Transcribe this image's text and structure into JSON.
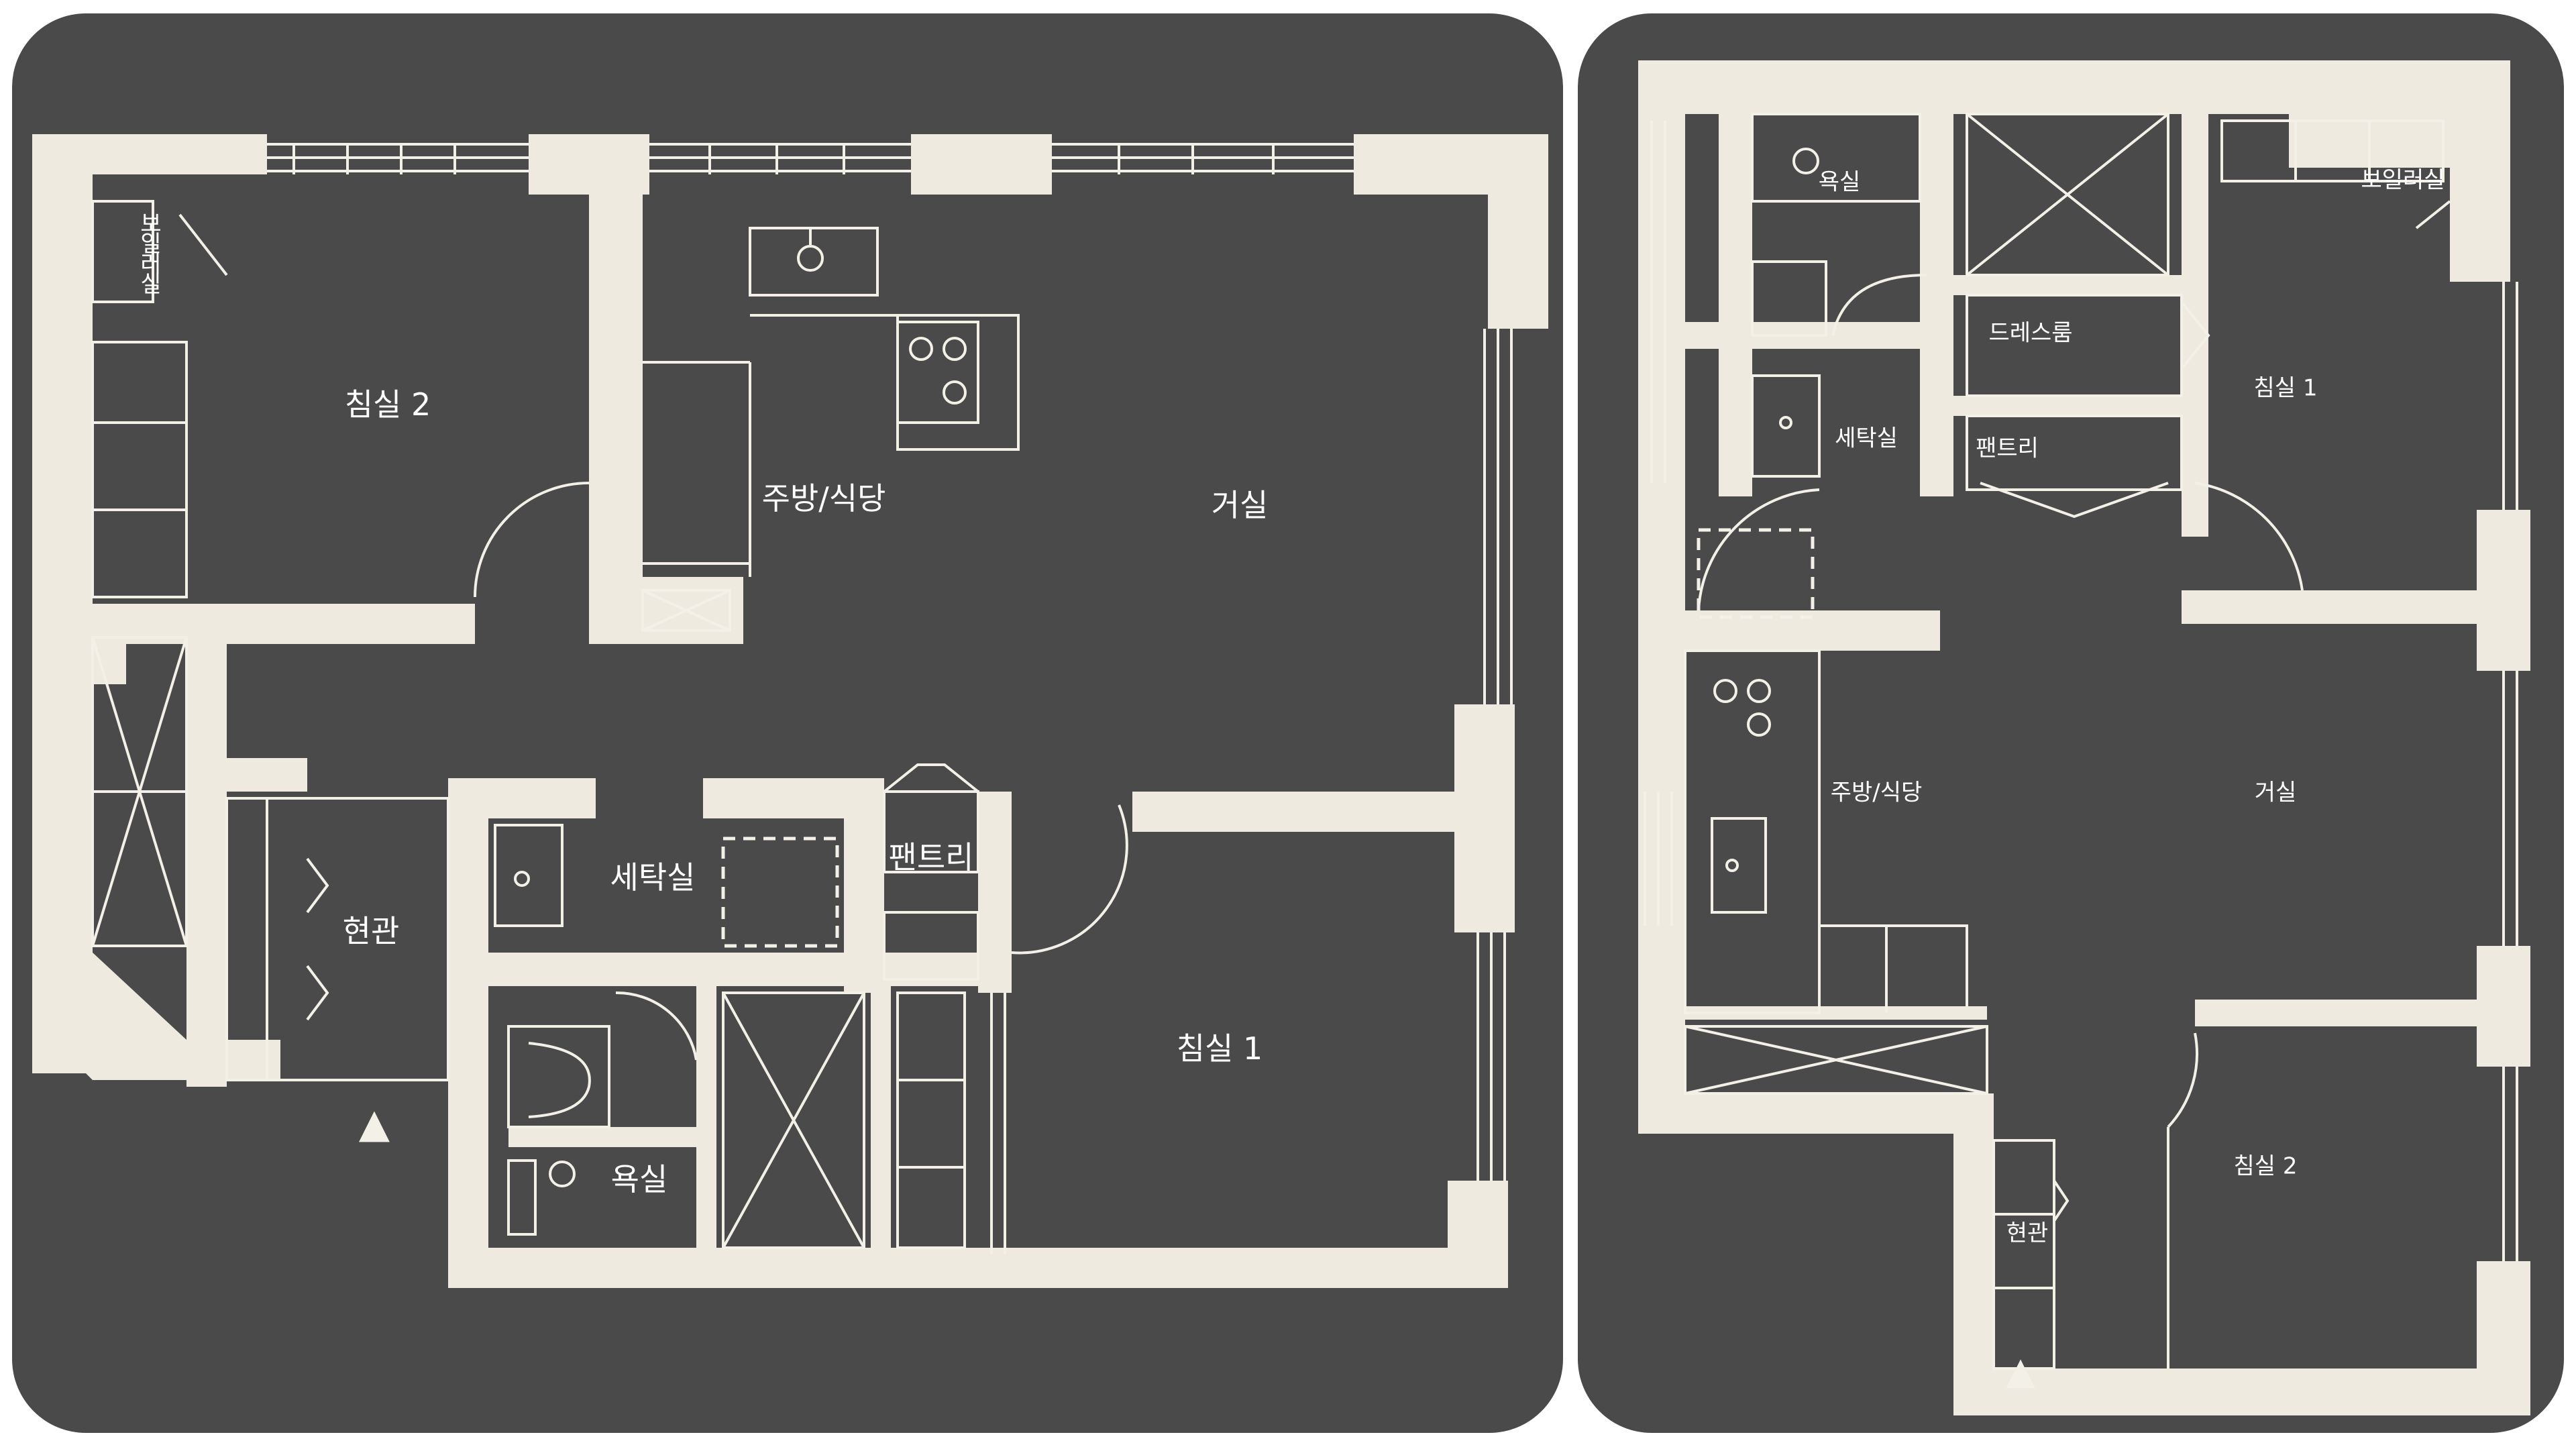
{
  "plans": [
    {
      "rooms": {
        "bedroom2": "침실 2",
        "boiler": "보일러실",
        "kitchen": "주방/식당",
        "living": "거실",
        "laundry": "세탁실",
        "pantry": "팬트리",
        "entrance": "현관",
        "bedroom1": "침실 1",
        "bathroom": "욕실"
      },
      "entry_marker": "▲"
    },
    {
      "rooms": {
        "bathroom": "욕실",
        "boiler": "보일러실",
        "dressroom": "드레스룸",
        "laundry": "세탁실",
        "pantry": "팬트리",
        "bedroom1": "침실 1",
        "kitchen": "주방/식당",
        "living": "거실",
        "bedroom2": "침실 2",
        "entrance": "현관"
      },
      "entry_marker": "▲"
    }
  ],
  "colors": {
    "board": "#4a4a4a",
    "wall": "#eeeae0",
    "line": "#f3f0e8",
    "background": "#ffffff"
  }
}
